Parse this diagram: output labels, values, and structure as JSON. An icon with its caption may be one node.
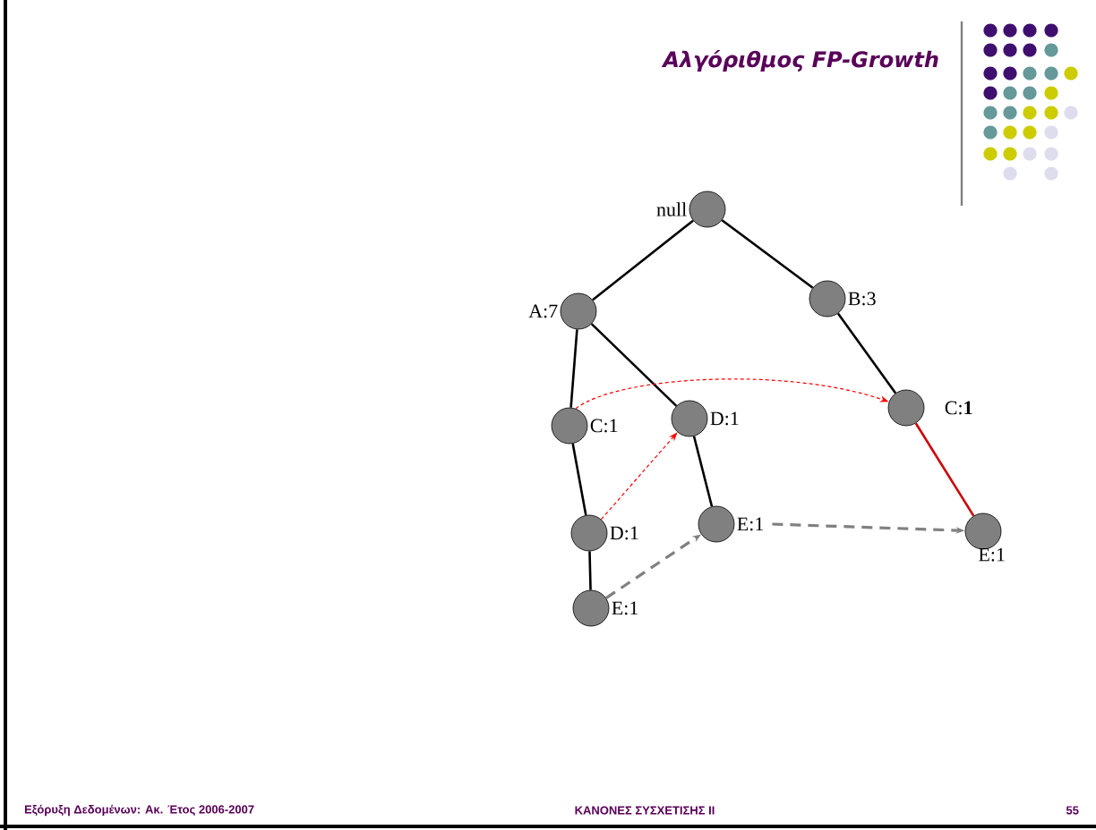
{
  "diagram": {
    "title": "Αλγόριθμος FP-Growth",
    "nodes": [
      {
        "text": [
          "null"
        ]
      },
      {
        "text": [
          "A:7"
        ]
      },
      {
        "text": [
          "B:3"
        ]
      },
      {
        "text": [
          "C:1"
        ]
      },
      {
        "text": [
          "D:1"
        ]
      },
      {
        "text": [
          "C:**1**"
        ]
      },
      {
        "text": [
          "D:1"
        ]
      },
      {
        "text": [
          "E:1"
        ]
      },
      {
        "text": [
          "E:1"
        ]
      },
      {
        "text": [
          "E:1"
        ]
      }
    ],
    "edges": [
      {
        "from": 0,
        "to": 1,
        "arrow": "none"
      },
      {
        "from": 0,
        "to": 2,
        "arrow": "none"
      },
      {
        "from": 1,
        "to": 3,
        "arrow": "none"
      },
      {
        "from": 1,
        "to": 4,
        "arrow": "none"
      },
      {
        "from": 2,
        "to": 5,
        "arrow": "none"
      },
      {
        "from": 3,
        "to": 6,
        "arrow": "none"
      },
      {
        "from": 4,
        "to": 7,
        "arrow": "none"
      },
      {
        "from": 5,
        "to": 8,
        "arrow": "none",
        "color": "#cc0000"
      },
      {
        "from": 6,
        "to": 9,
        "arrow": "none"
      },
      {
        "from": 3,
        "to": 5,
        "arrow": "to",
        "style": "dashed",
        "color": "#ff0000"
      },
      {
        "from": 6,
        "to": 4,
        "arrow": "to",
        "style": "dashed",
        "color": "#ff0000"
      },
      {
        "from": 9,
        "to": 7,
        "arrow": "to",
        "style": "dashed",
        "color": "#808080"
      },
      {
        "from": 7,
        "to": 8,
        "arrow": "to",
        "style": "dashed",
        "color": "#808080"
      }
    ],
    "labels": [
      "Εξόρυξη Δεδομένων: Ακ. Έτος 2006-2007",
      "ΚΑΝΟΝΕΣ ΣΥΣΧΕΤΙΣΗΣ II",
      "55"
    ]
  }
}
